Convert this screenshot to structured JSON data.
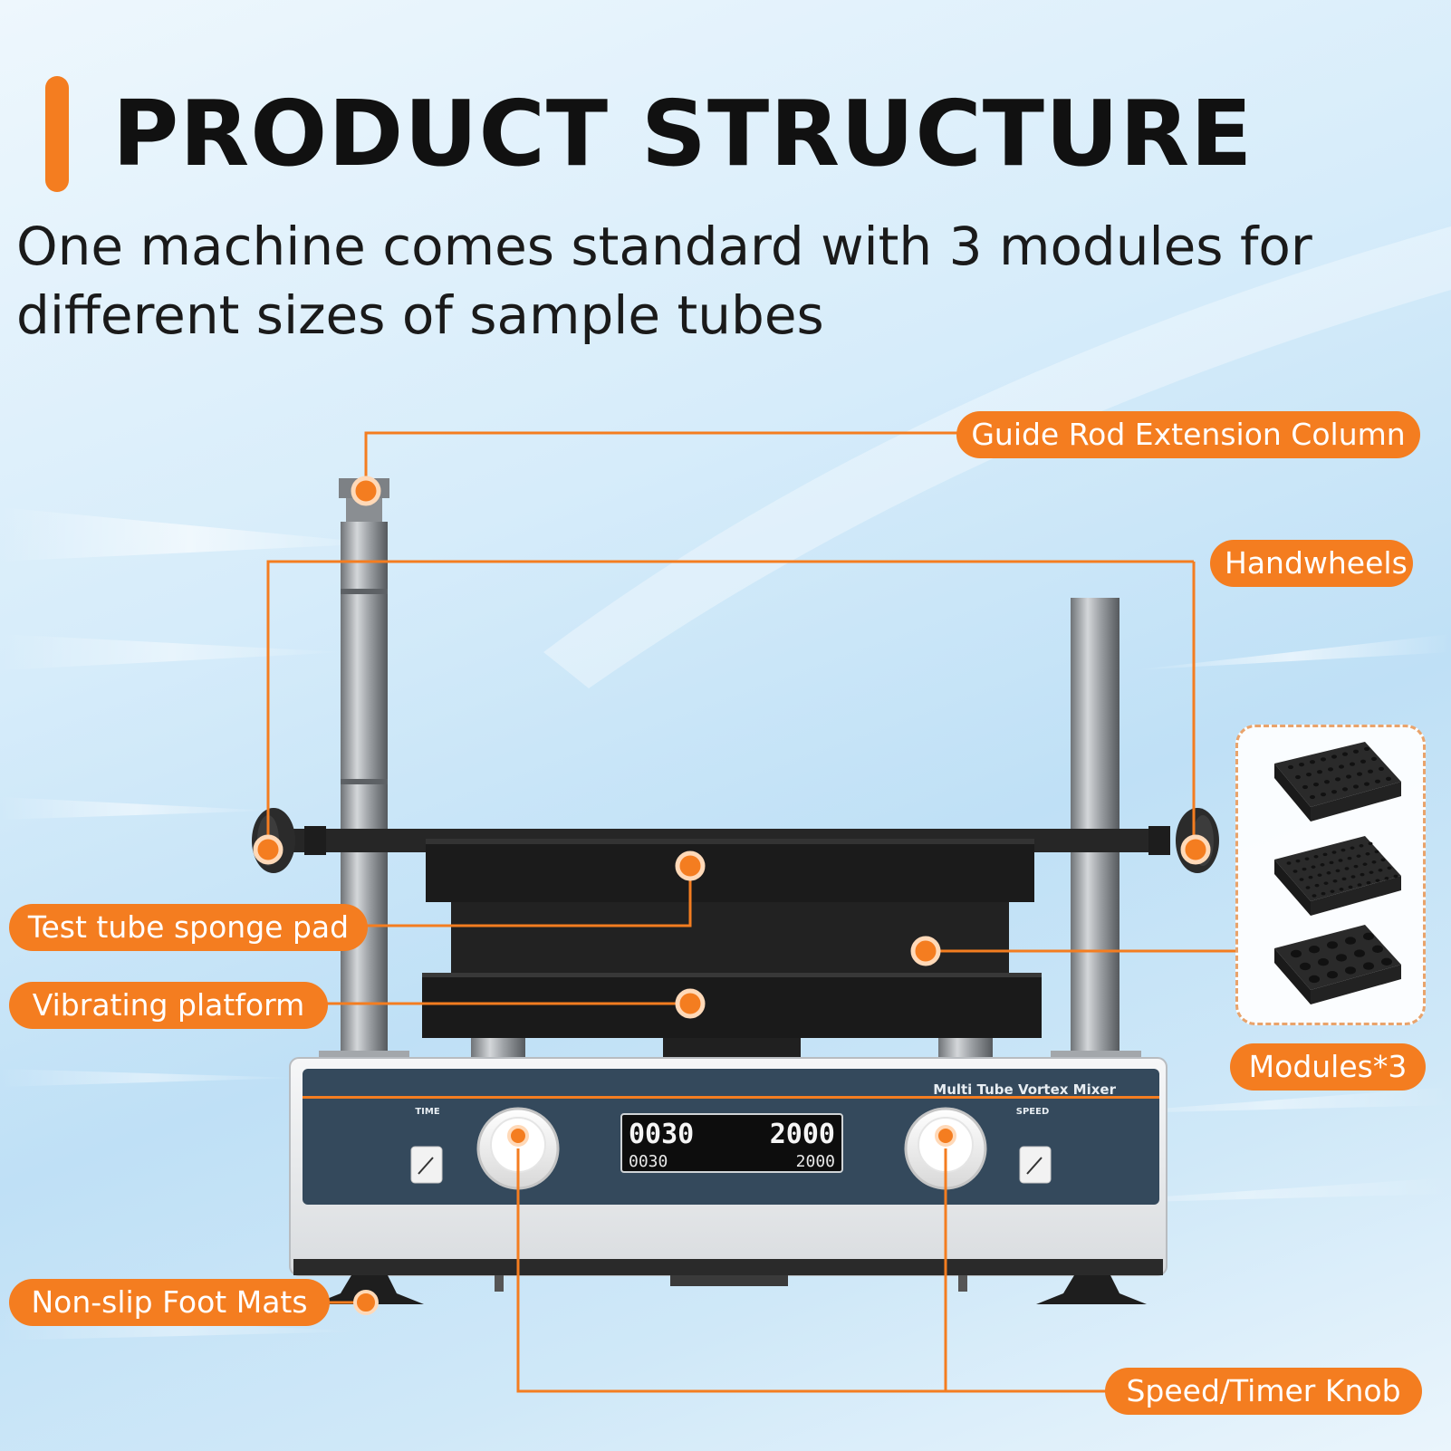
{
  "title": "PRODUCT STRUCTURE",
  "subtitle": "One machine comes standard with 3 modules for different sizes of sample tubes",
  "callouts": {
    "guide_rod": "Guide Rod Extension Column",
    "handwheels": "Handwheels",
    "sponge_pad": "Test tube sponge pad",
    "vibrating_platform": "Vibrating platform",
    "modules": "Modules*3",
    "foot_mats": "Non-slip Foot Mats",
    "knob": "Speed/Timer Knob"
  },
  "device": {
    "brand_label": "Multi Tube Vortex Mixer",
    "time_label": "TIME",
    "speed_label": "SPEED",
    "display_time_large": "0030",
    "display_speed_large": "2000",
    "display_time_small": "0030",
    "display_speed_small": "2000"
  },
  "colors": {
    "accent": "#f47d20",
    "panel": "#34495c",
    "platform": "#1e1e1e"
  }
}
